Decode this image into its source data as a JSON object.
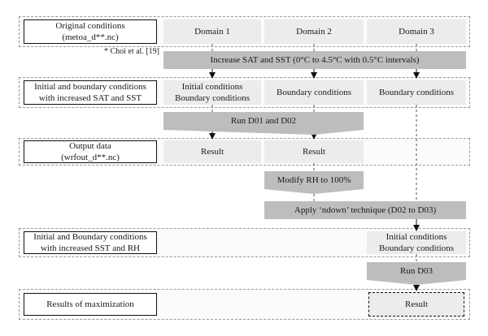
{
  "rows": {
    "original": {
      "label": [
        "Original conditions",
        "(metoa_d**.nc)"
      ],
      "domains": [
        "Domain 1",
        "Domain 2",
        "Domain 3"
      ]
    },
    "ibc_sat_sst": {
      "label": [
        "Initial and boundary conditions",
        "with increased SAT and SST"
      ],
      "cells": [
        [
          "Initial conditions",
          "Boundary conditions"
        ],
        [
          "Boundary conditions"
        ],
        [
          "Boundary conditions"
        ]
      ]
    },
    "output": {
      "label": [
        "Output data",
        "(wrfout_d**.nc)"
      ],
      "cells": [
        "Result",
        "Result"
      ]
    },
    "ibc_sst_rh": {
      "label": [
        "Initial and Boundary conditions",
        "with increased SST and RH"
      ],
      "cell": [
        "Initial conditions",
        "Boundary conditions"
      ]
    },
    "results": {
      "label": "Results of maximization",
      "cell": "Result"
    }
  },
  "note": "* Choi et al. [19]",
  "steps": {
    "increase": "Increase SAT and SST (0°C to 4.5°C with 0.5°C intervals)",
    "run_d01_d02": "Run D01 and D02",
    "modify_rh": "Modify RH to 100%",
    "ndown": "Apply ‘ndown’ technique (D02 to D03)",
    "run_d03": "Run D03"
  }
}
